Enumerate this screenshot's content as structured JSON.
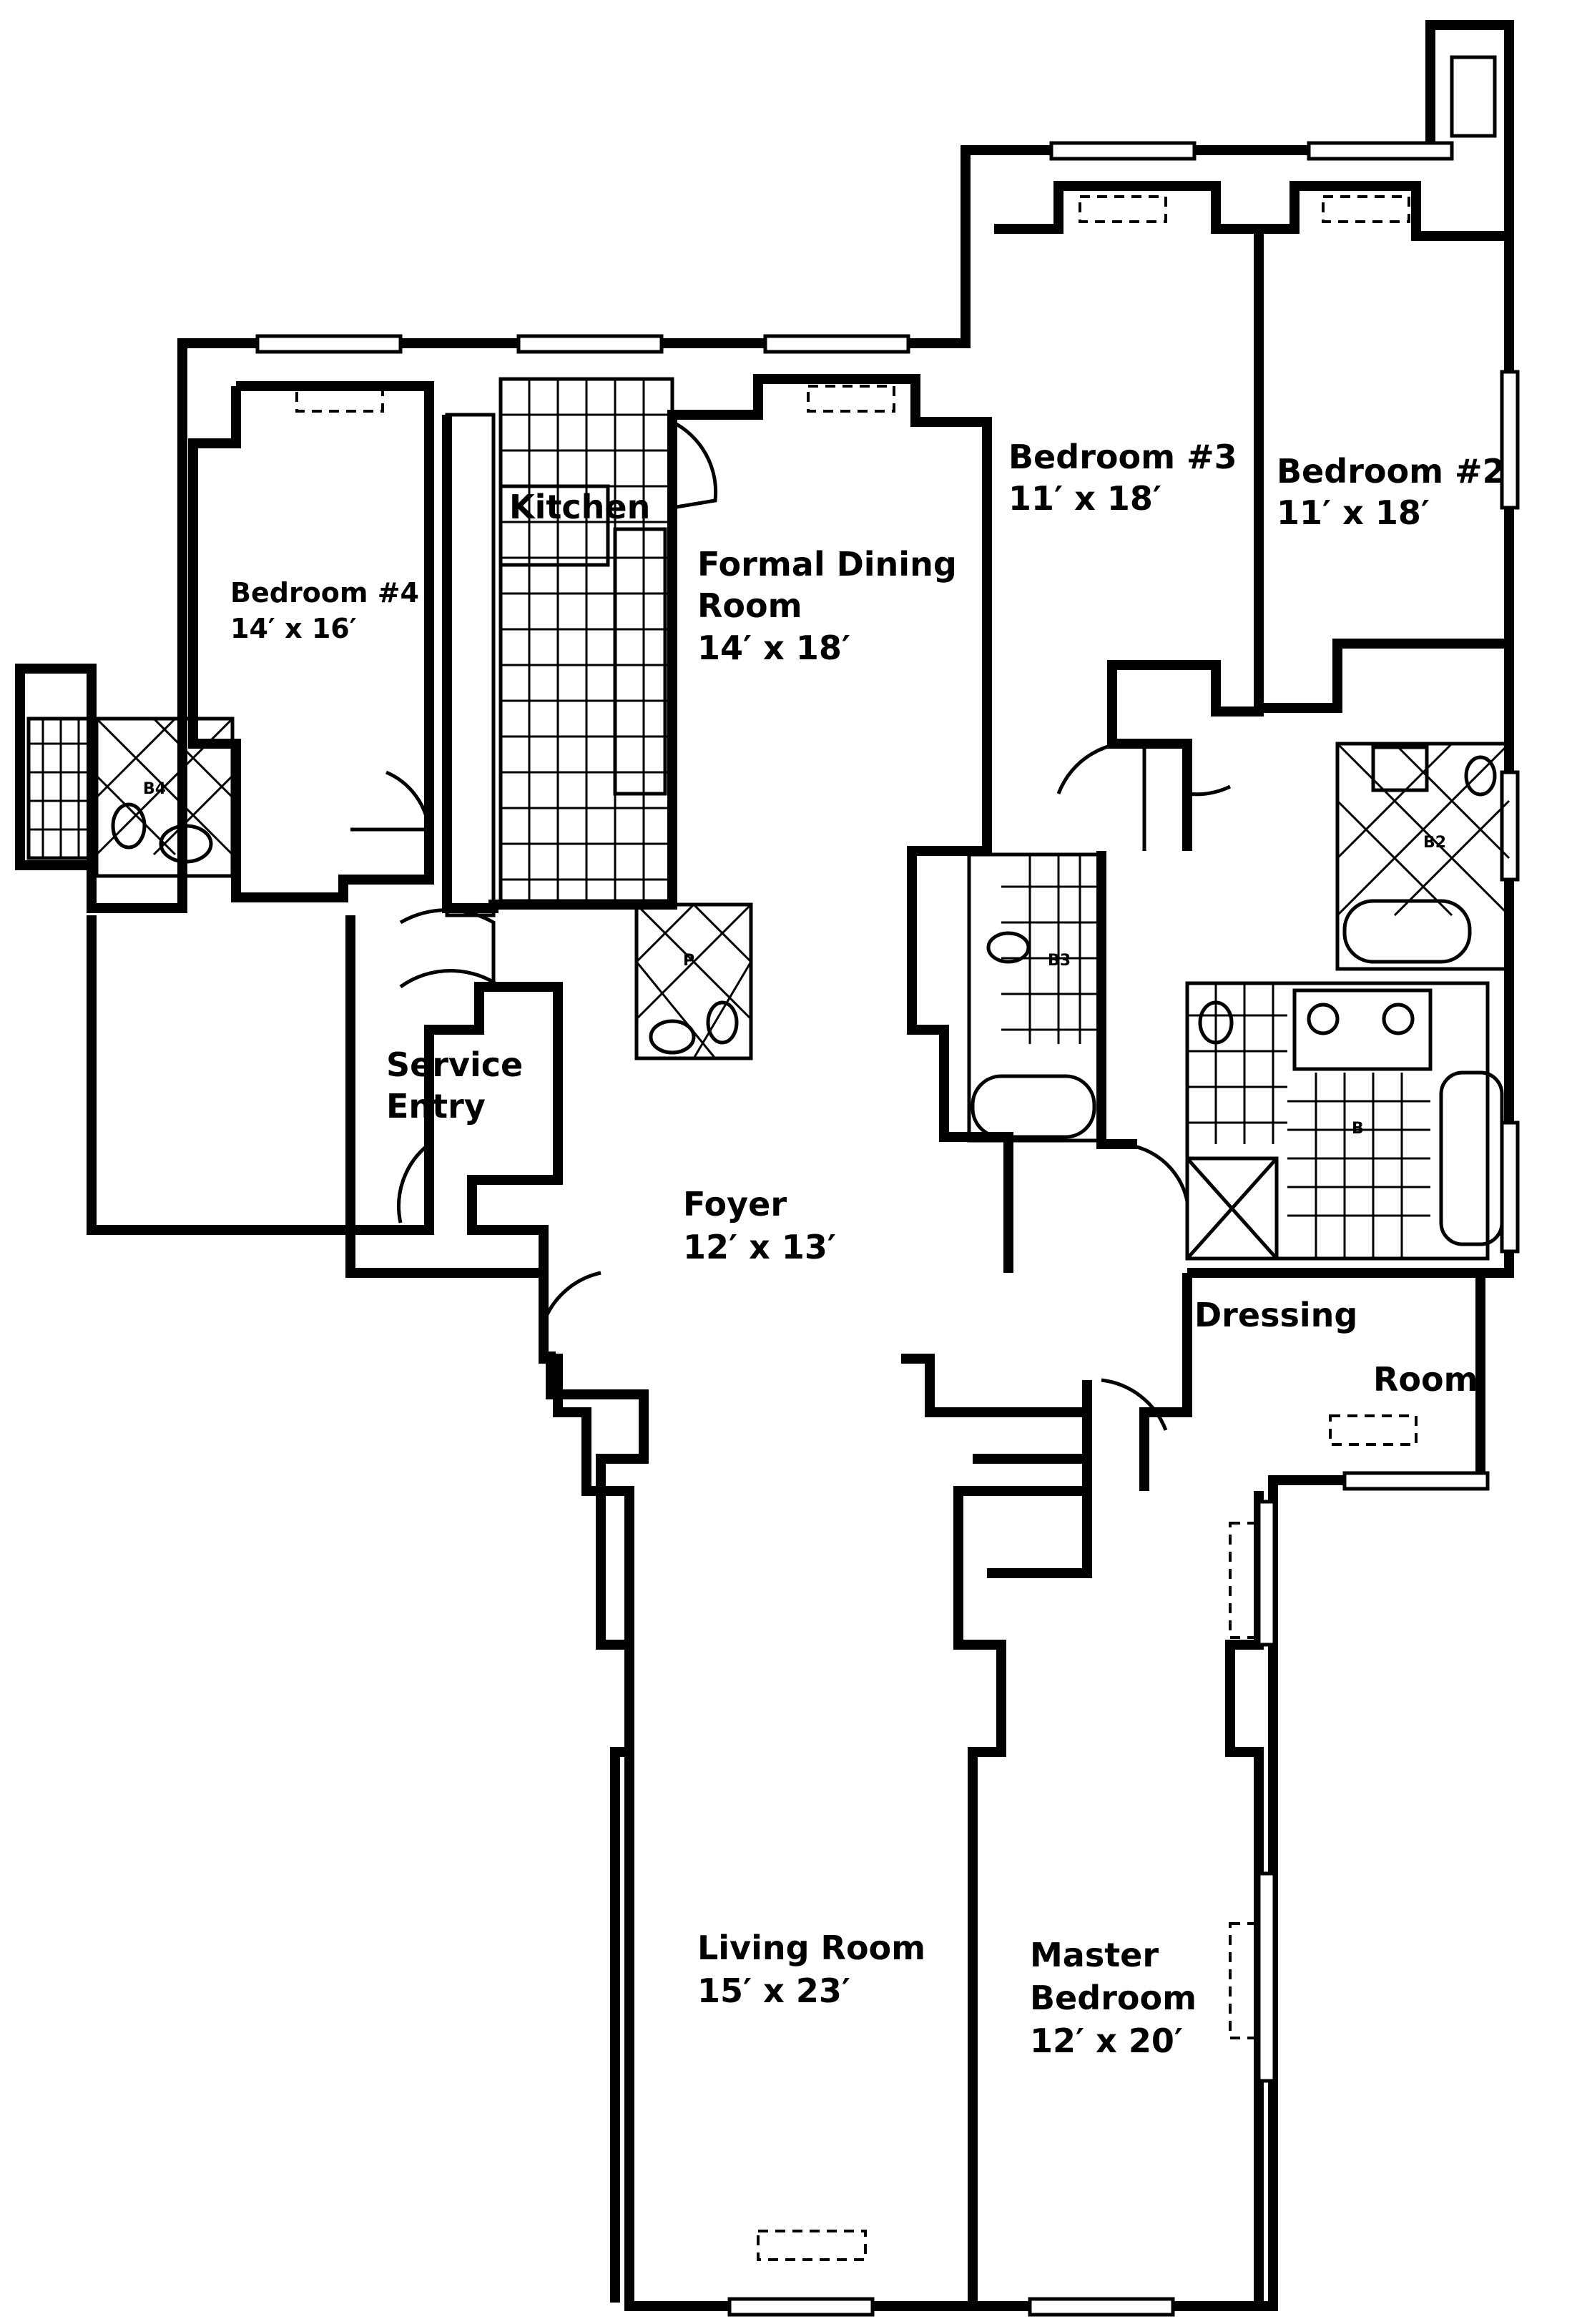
{
  "plan": {
    "rooms": [
      {
        "id": "bedroom4",
        "name": "Bedroom #4",
        "dims": "14′ x 16′"
      },
      {
        "id": "kitchen",
        "name": "Kitchen",
        "dims": ""
      },
      {
        "id": "dining",
        "name_line1": "Formal Dining",
        "name_line2": "Room",
        "dims": "14′ x 18′"
      },
      {
        "id": "bedroom3",
        "name": "Bedroom #3",
        "dims": "11′ x 18′"
      },
      {
        "id": "bedroom2",
        "name": "Bedroom #2",
        "dims": "11′ x 18′"
      },
      {
        "id": "service",
        "name_line1": "Service",
        "name_line2": "Entry"
      },
      {
        "id": "foyer",
        "name": "Foyer",
        "dims": "12′ x 13′"
      },
      {
        "id": "dressing",
        "name_line1": "Dressing",
        "name_line2": "Room"
      },
      {
        "id": "living",
        "name": "Living Room",
        "dims": "15′ x 23′"
      },
      {
        "id": "master",
        "name_line1": "Master",
        "name_line2": "Bedroom",
        "dims": "12′ x 20′"
      }
    ],
    "fixture_labels": {
      "bath_b4": "B4",
      "bath_p": "P",
      "bath_b3": "B3",
      "bath_b2": "B2",
      "bath_master": "B"
    }
  }
}
